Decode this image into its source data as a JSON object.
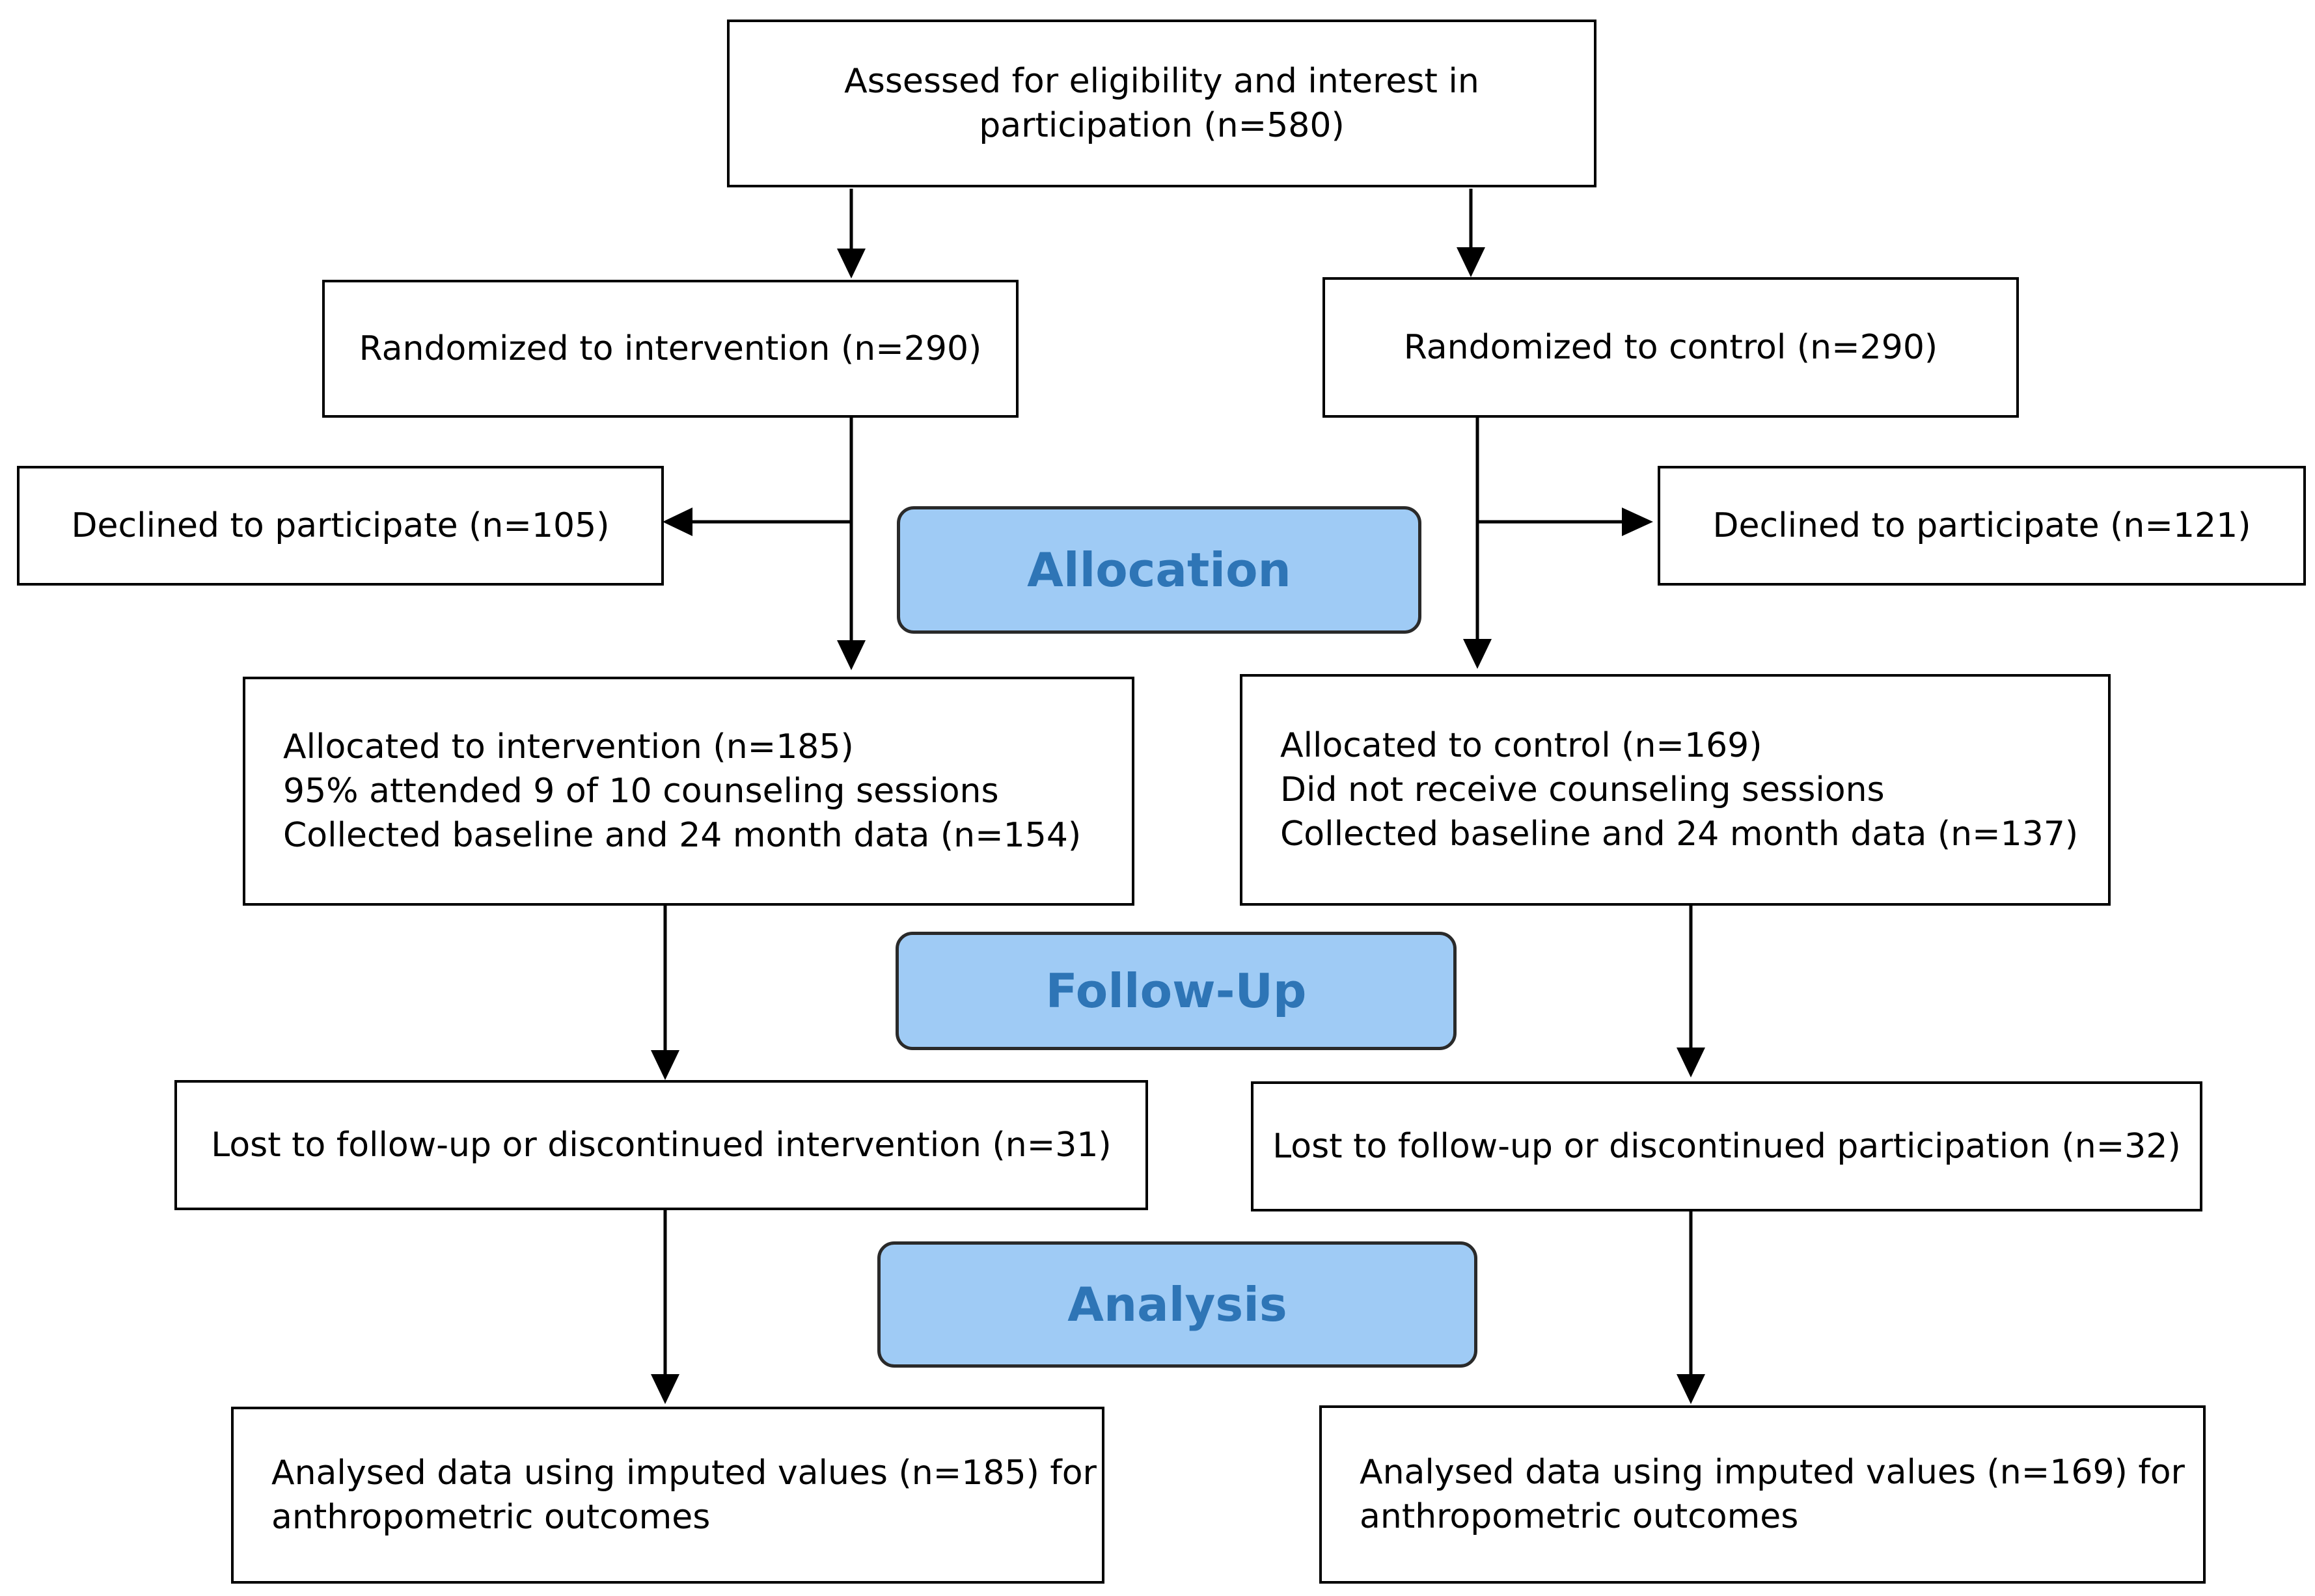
{
  "boxes": {
    "assessed": [
      "Assessed for eligibility and interest in",
      "participation (n=580)"
    ],
    "rand_intervention": [
      "Randomized to intervention (n=290)"
    ],
    "rand_control": [
      "Randomized to control (n=290)"
    ],
    "declined_intervention": [
      "Declined to participate (n=105)"
    ],
    "declined_control": [
      "Declined to participate (n=121)"
    ],
    "allocated_intervention": [
      "Allocated to intervention (n=185)",
      "95% attended 9 of 10 counseling sessions",
      "Collected baseline and 24 month data (n=154)"
    ],
    "allocated_control": [
      "Allocated to control (n=169)",
      "Did not receive counseling sessions",
      "Collected baseline and 24 month data (n=137)"
    ],
    "lost_intervention": [
      "Lost to follow-up or discontinued intervention (n=31)"
    ],
    "lost_control": [
      "Lost to follow-up or discontinued participation (n=32)"
    ],
    "analysed_intervention": [
      "Analysed data using imputed values (n=185) for",
      "anthropometric outcomes"
    ],
    "analysed_control": [
      "Analysed data using imputed values (n=169) for",
      "anthropometric outcomes"
    ]
  },
  "stages": {
    "allocation": "Allocation",
    "follow_up": "Follow-Up",
    "analysis": "Analysis"
  },
  "colors": {
    "stage_fill": "#9fcbf5",
    "stage_text": "#2e75b6",
    "line": "#000000"
  }
}
